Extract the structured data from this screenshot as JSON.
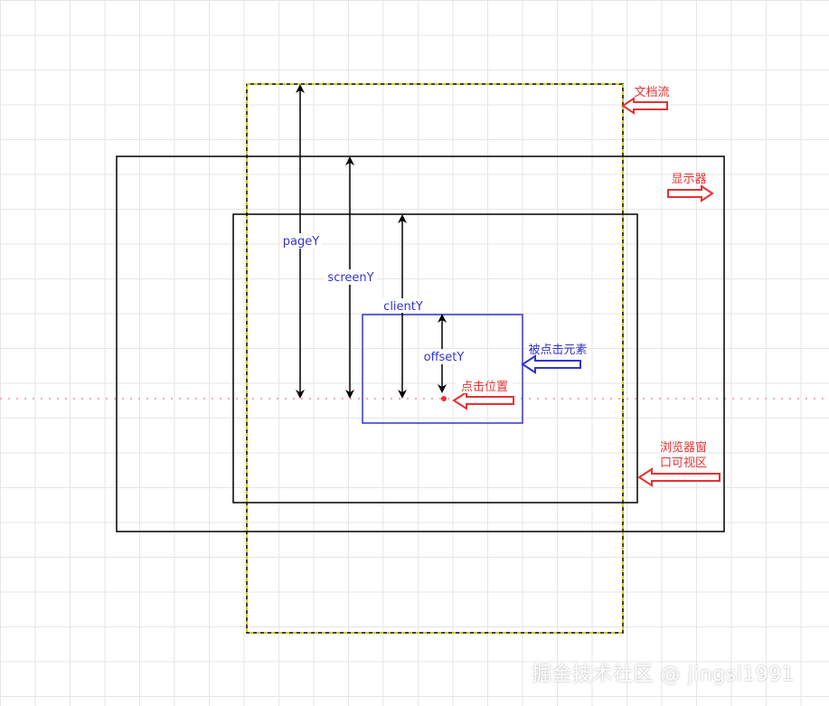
{
  "labels": {
    "pageY": "pageY",
    "screenY": "screenY",
    "clientY": "clientY",
    "offsetY": "offsetY",
    "document_flow": "文档流",
    "monitor": "显示器",
    "clicked_element": "被点击元素",
    "click_position": "点击位置",
    "viewport_line1": "浏览器窗",
    "viewport_line2": "口可视区"
  },
  "watermark": "掘金技术社区 @ jingsi1991",
  "colors": {
    "black": "#000000",
    "yellow_dash": "#d4d400",
    "blue": "#3333cc",
    "red": "#e53333",
    "pink_dot": "#f4a9b8",
    "grid": "#e6e6e6"
  }
}
